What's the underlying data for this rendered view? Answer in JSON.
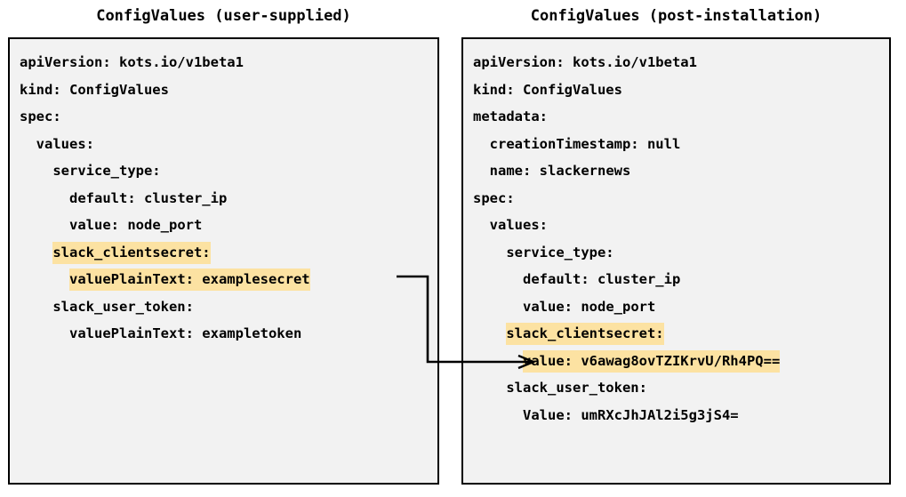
{
  "diagram": {
    "left_panel": {
      "title": "ConfigValues (user-supplied)",
      "lines": [
        {
          "indent": 0,
          "text": "apiVersion: kots.io/v1beta1",
          "highlight": false
        },
        {
          "indent": 0,
          "text": "kind: ConfigValues",
          "highlight": false
        },
        {
          "indent": 0,
          "text": "spec:",
          "highlight": false
        },
        {
          "indent": 1,
          "text": "values:",
          "highlight": false
        },
        {
          "indent": 2,
          "text": "service_type:",
          "highlight": false
        },
        {
          "indent": 3,
          "text": "default: cluster_ip",
          "highlight": false
        },
        {
          "indent": 3,
          "text": "value: node_port",
          "highlight": false
        },
        {
          "indent": 2,
          "text": "slack_clientsecret:",
          "highlight": true
        },
        {
          "indent": 3,
          "text": "valuePlainText: examplesecret",
          "highlight": true
        },
        {
          "indent": 2,
          "text": "slack_user_token:",
          "highlight": false
        },
        {
          "indent": 3,
          "text": "valuePlainText: exampletoken",
          "highlight": false
        }
      ]
    },
    "right_panel": {
      "title": "ConfigValues (post-installation)",
      "lines": [
        {
          "indent": 0,
          "text": "apiVersion: kots.io/v1beta1",
          "highlight": false
        },
        {
          "indent": 0,
          "text": "kind: ConfigValues",
          "highlight": false
        },
        {
          "indent": 0,
          "text": "metadata:",
          "highlight": false
        },
        {
          "indent": 1,
          "text": "creationTimestamp: null",
          "highlight": false
        },
        {
          "indent": 1,
          "text": "name: slackernews",
          "highlight": false
        },
        {
          "indent": 0,
          "text": "spec:",
          "highlight": false
        },
        {
          "indent": 1,
          "text": "values:",
          "highlight": false
        },
        {
          "indent": 2,
          "text": "service_type:",
          "highlight": false
        },
        {
          "indent": 3,
          "text": "default: cluster_ip",
          "highlight": false
        },
        {
          "indent": 3,
          "text": "value: node_port",
          "highlight": false
        },
        {
          "indent": 2,
          "text": "slack_clientsecret:",
          "highlight": true
        },
        {
          "indent": 3,
          "text": "value: v6awag8ovTZIKrvU/Rh4PQ==",
          "highlight": true
        },
        {
          "indent": 2,
          "text": "slack_user_token:",
          "highlight": false
        },
        {
          "indent": 3,
          "text": "Value: umRXcJhJAl2i5g3jS4=",
          "highlight": false
        }
      ]
    },
    "connector": {
      "name": "plaintext-to-encrypted-arrow",
      "from_label": "valuePlainText: examplesecret",
      "to_label": "value: v6awag8ovTZIKrvU/Rh4PQ=="
    },
    "colors": {
      "highlight": "#FCE2A2",
      "panel_background": "#F2F2F2",
      "border": "#000000",
      "text": "#000000"
    }
  }
}
